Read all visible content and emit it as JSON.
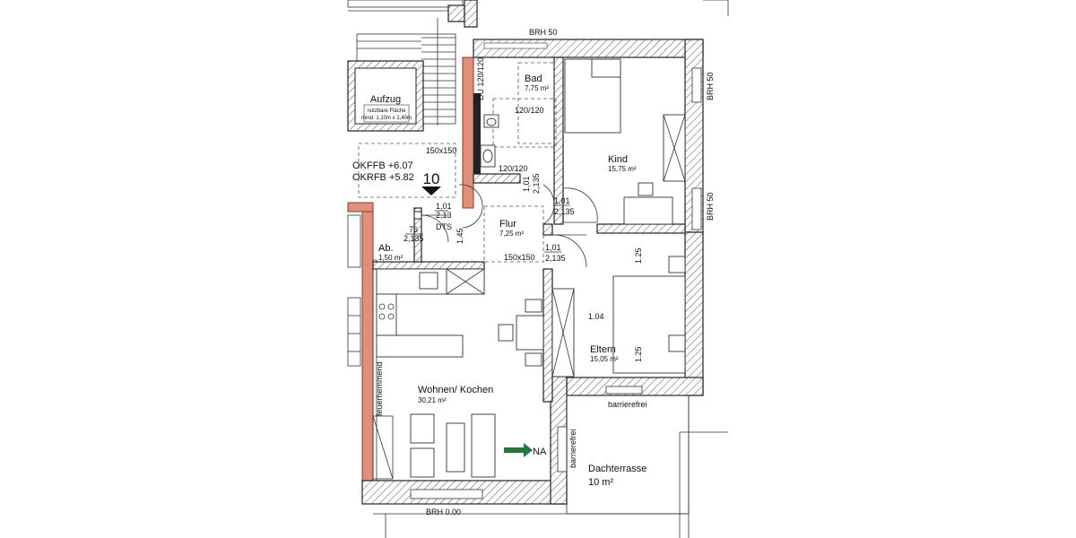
{
  "rooms": {
    "bad": {
      "name": "Bad",
      "area": "7,75 m²"
    },
    "kind": {
      "name": "Kind",
      "area": "15,75 m²"
    },
    "flur": {
      "name": "Flur",
      "area": "7,25 m²"
    },
    "ab": {
      "name": "Ab.",
      "area": "1,50 m²"
    },
    "eltern": {
      "name": "Eltern",
      "area": "15,05 m²"
    },
    "wohnen": {
      "name": "Wohnen/ Kochen",
      "area": "30,21 m²"
    },
    "dachterrasse": {
      "name": "Dachterrasse",
      "area": "10 m²"
    }
  },
  "aufzug": {
    "title": "Aufzug",
    "note_line1": "nutzbare Fläche",
    "note_line2": "mind. 1,10m x 1,40m"
  },
  "levels": {
    "okffb": "OKFFB +6.07",
    "okrfb": "OKRFB +5.82",
    "apartment_no": "10"
  },
  "labels": {
    "brh50_top": "BRH 50",
    "brh50_right_top": "BRH 50",
    "brh50_right_bottom": "BRH 50",
    "brh000": "BRH 0.00",
    "du": "DU 120/120",
    "shower1": "120/120",
    "shower2": "120/120",
    "turn150_stairs": "150x150",
    "turn150_flur": "150x150",
    "barrierefrei_h": "barrierefrei",
    "barrierefrei_v": "barrierefrei",
    "feuerhemmend": "feuerhemmend",
    "na": "NA"
  },
  "dimensions": {
    "door_entry_w": "1,01",
    "door_entry_h": "2,13",
    "door_entry_type": "DTS",
    "door_ab_w": "76",
    "door_ab_h": "2,135",
    "door_bad_w": "1,01",
    "door_bad_h": "2,135",
    "door_kind_w": "1,01",
    "door_kind_h": "2,135",
    "door_eltern_w": "1,01",
    "door_eltern_h": "2,135",
    "flur_len": "1.45",
    "bed_top": "1.25",
    "bed_side": "1.04",
    "bed_bottom": "1.25"
  }
}
